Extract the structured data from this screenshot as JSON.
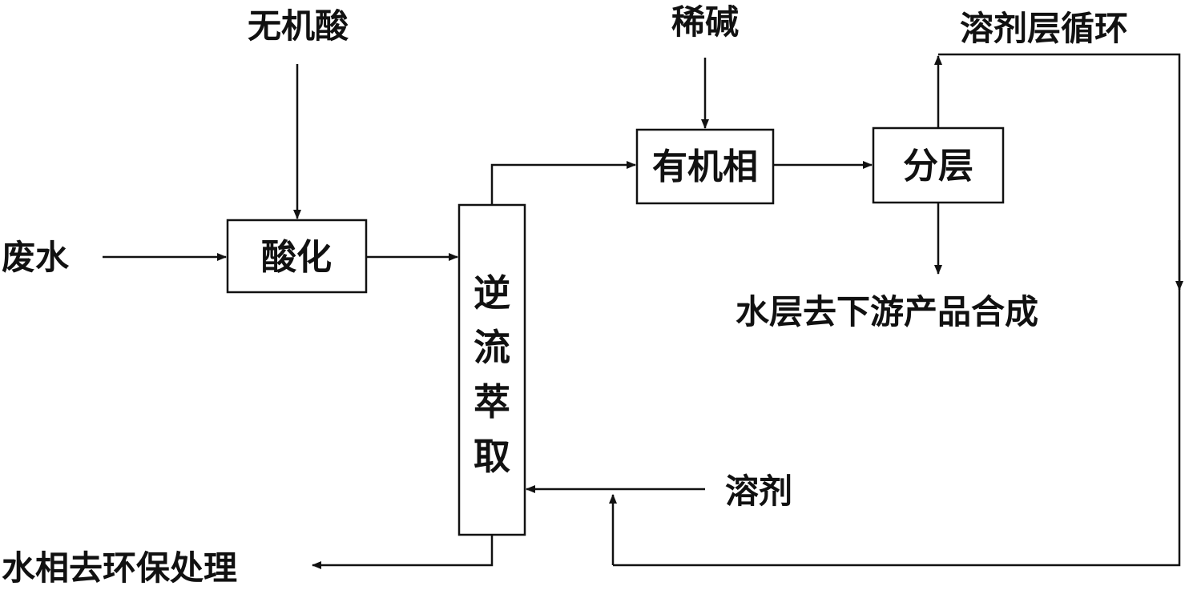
{
  "inputs": {
    "inorganic_acid": "无机酸",
    "wastewater": "废水",
    "dilute_alkali": "稀碱",
    "solvent": "溶剂"
  },
  "process": {
    "acidification": "酸化",
    "countercurrent_extraction": [
      "逆",
      "流",
      "萃",
      "取"
    ],
    "organic_phase": "有机相",
    "separation": "分层"
  },
  "outputs": {
    "solvent_layer_recycle": "溶剂层循环",
    "aqueous_layer_downstream": "水层去下游产品合成",
    "aqueous_phase_treatment": "水相去环保处理"
  }
}
